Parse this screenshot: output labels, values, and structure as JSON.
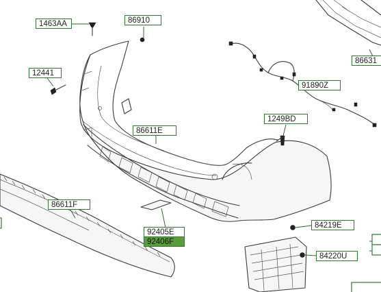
{
  "callouts": {
    "c_1463AA": "1463AA",
    "c_86910": "86910",
    "c_12441": "12441",
    "c_86611E": "86611E",
    "c_91890Z": "91890Z",
    "c_86631": "86631",
    "c_1249BD": "1249BD",
    "c_86611F": "86611F",
    "c_92405E": "92405E",
    "c_92406F": "92406F",
    "c_84219E": "84219E",
    "c_84220U": "84220U"
  },
  "highlight_color": "#5a9e3a",
  "label_border_color": "#2f7a2f"
}
